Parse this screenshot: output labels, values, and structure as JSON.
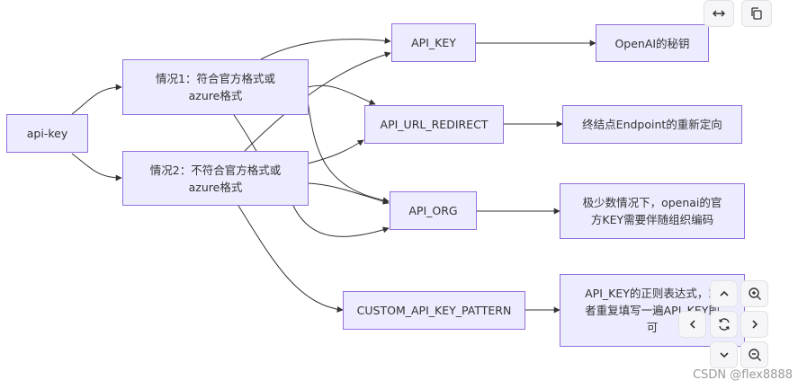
{
  "diagram": {
    "nodes": {
      "api_key_root": "api-key",
      "case1": "情况1：符合官方格式或azure格式",
      "case2": "情况2：不符合官方格式或azure格式",
      "api_key": "API_KEY",
      "api_url_redirect": "API_URL_REDIRECT",
      "api_org": "API_ORG",
      "custom_pattern": "CUSTOM_API_KEY_PATTERN",
      "openai_secret": "OpenAI的秘钥",
      "endpoint": "终结点Endpoint的重新定向",
      "org_note": "极少数情况下，openai的官方KEY需要伴随组织编码",
      "pattern_note": "API_KEY的正则表达式，或者重复填写一遍API_KEY即可"
    },
    "edge_color": "#333333",
    "node_fill": "#ececff",
    "node_border": "#9370db"
  },
  "toolbar": {
    "expand_icon": "horizontal-arrows-icon",
    "copy_icon": "copy-icon",
    "zoom_in_icon": "zoom-in-icon",
    "zoom_out_icon": "zoom-out-icon",
    "reset_icon": "refresh-icon"
  },
  "watermark": "CSDN @flex8888"
}
